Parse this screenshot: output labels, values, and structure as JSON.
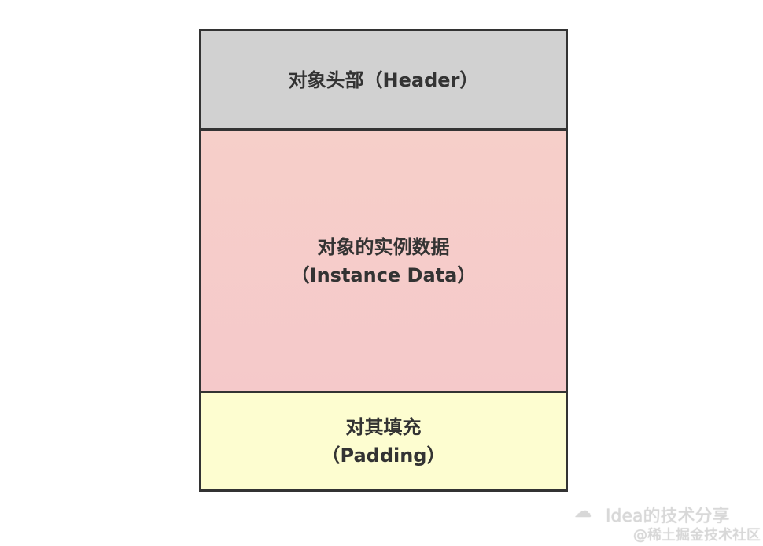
{
  "segments": [
    {
      "label": "对象头部（Header）",
      "color": "#d1d1d1"
    },
    {
      "label": "对象的实例数据",
      "label2": "（Instance Data）",
      "color": "#f5cbc8"
    },
    {
      "label": "对其填充",
      "label2": "（Padding）",
      "color": "#fdfdd0"
    }
  ],
  "watermark": {
    "line1": "Idea的技术分享",
    "line2": "@稀土掘金技术社区"
  }
}
